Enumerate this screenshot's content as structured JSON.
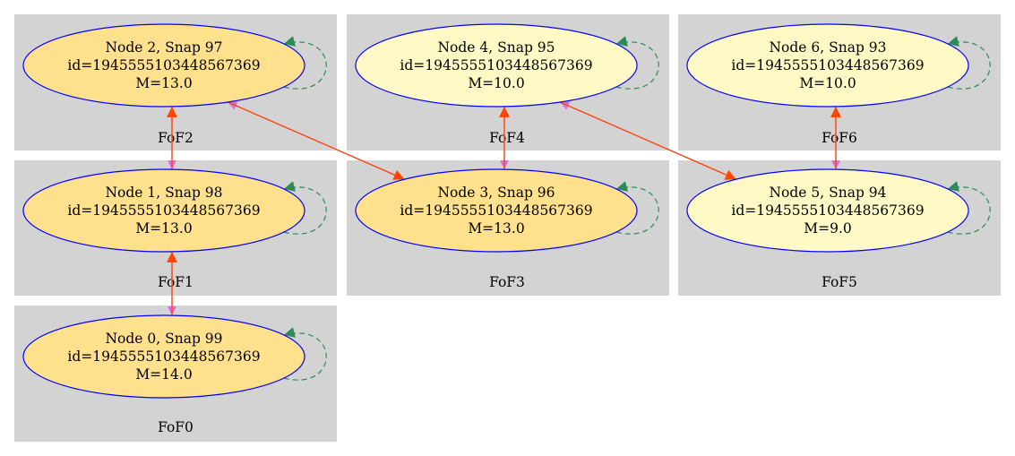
{
  "colors": {
    "cluster_fill": "#d3d3d3",
    "node_stroke": "#0000ff",
    "node_fill_dark": "#ffe08c",
    "node_fill_light": "#fffac5",
    "edge_descendant": "#dd6ed6",
    "edge_progenitor": "#ff4500",
    "edge_self": "#2e8b57",
    "text": "#000000"
  },
  "clusters": [
    {
      "id": "c0",
      "label": "FoF0"
    },
    {
      "id": "c1",
      "label": "FoF1"
    },
    {
      "id": "c2",
      "label": "FoF2"
    },
    {
      "id": "c3",
      "label": "FoF3"
    },
    {
      "id": "c4",
      "label": "FoF4"
    },
    {
      "id": "c5",
      "label": "FoF5"
    },
    {
      "id": "c6",
      "label": "FoF6"
    }
  ],
  "nodes": [
    {
      "id": "n0",
      "line1": "Node 0, Snap 99",
      "line2": "id=1945555103448567369",
      "line3": "M=14.0",
      "fill": "dark"
    },
    {
      "id": "n1",
      "line1": "Node 1, Snap 98",
      "line2": "id=1945555103448567369",
      "line3": "M=13.0",
      "fill": "dark"
    },
    {
      "id": "n2",
      "line1": "Node 2, Snap 97",
      "line2": "id=1945555103448567369",
      "line3": "M=13.0",
      "fill": "dark"
    },
    {
      "id": "n3",
      "line1": "Node 3, Snap 96",
      "line2": "id=1945555103448567369",
      "line3": "M=13.0",
      "fill": "dark"
    },
    {
      "id": "n4",
      "line1": "Node 4, Snap 95",
      "line2": "id=1945555103448567369",
      "line3": "M=10.0",
      "fill": "light"
    },
    {
      "id": "n5",
      "line1": "Node 5, Snap 94",
      "line2": "id=1945555103448567369",
      "line3": "M=9.0",
      "fill": "light"
    },
    {
      "id": "n6",
      "line1": "Node 6, Snap 93",
      "line2": "id=1945555103448567369",
      "line3": "M=10.0",
      "fill": "light"
    }
  ],
  "edges": [
    {
      "from": "n1",
      "to": "n0",
      "kind": "descendant"
    },
    {
      "from": "n0",
      "to": "n1",
      "kind": "progenitor"
    },
    {
      "from": "n2",
      "to": "n1",
      "kind": "descendant"
    },
    {
      "from": "n1",
      "to": "n2",
      "kind": "progenitor"
    },
    {
      "from": "n3",
      "to": "n2",
      "kind": "descendant"
    },
    {
      "from": "n2",
      "to": "n3",
      "kind": "progenitor"
    },
    {
      "from": "n4",
      "to": "n3",
      "kind": "descendant"
    },
    {
      "from": "n3",
      "to": "n4",
      "kind": "progenitor"
    },
    {
      "from": "n5",
      "to": "n4",
      "kind": "descendant"
    },
    {
      "from": "n4",
      "to": "n5",
      "kind": "progenitor"
    },
    {
      "from": "n6",
      "to": "n5",
      "kind": "descendant"
    },
    {
      "from": "n5",
      "to": "n6",
      "kind": "progenitor"
    },
    {
      "from": "n0",
      "to": "n0",
      "kind": "self"
    },
    {
      "from": "n1",
      "to": "n1",
      "kind": "self"
    },
    {
      "from": "n2",
      "to": "n2",
      "kind": "self"
    },
    {
      "from": "n3",
      "to": "n3",
      "kind": "self"
    },
    {
      "from": "n4",
      "to": "n4",
      "kind": "self"
    },
    {
      "from": "n5",
      "to": "n5",
      "kind": "self"
    },
    {
      "from": "n6",
      "to": "n6",
      "kind": "self"
    }
  ]
}
